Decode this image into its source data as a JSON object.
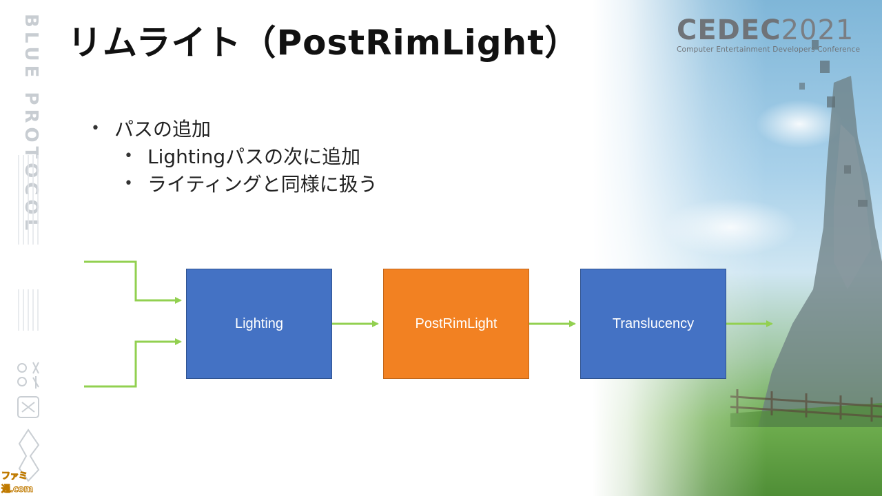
{
  "slide": {
    "title": "リムライト（PostRimLight）",
    "bullets": [
      {
        "text": "パスの追加",
        "sub": [
          "Lightingパスの次に追加",
          "ライティングと同様に扱う"
        ]
      }
    ]
  },
  "logo": {
    "cedec_mark": "CEDEC",
    "year": "2021",
    "subtitle": "Computer Entertainment Developers Conference"
  },
  "brand": {
    "vertical_title": "BLUE PROTOCOL"
  },
  "watermark": "ファミ通.com",
  "diagram": {
    "nodes": [
      "Lighting",
      "PostRimLight",
      "Translucency"
    ],
    "colors": {
      "primary": "#4472c4",
      "highlight": "#f28122",
      "arrow": "#92d050"
    }
  },
  "icons": {
    "bullet": "bullet-dot",
    "brand_emblem": "blue-protocol-emblem-icon"
  }
}
